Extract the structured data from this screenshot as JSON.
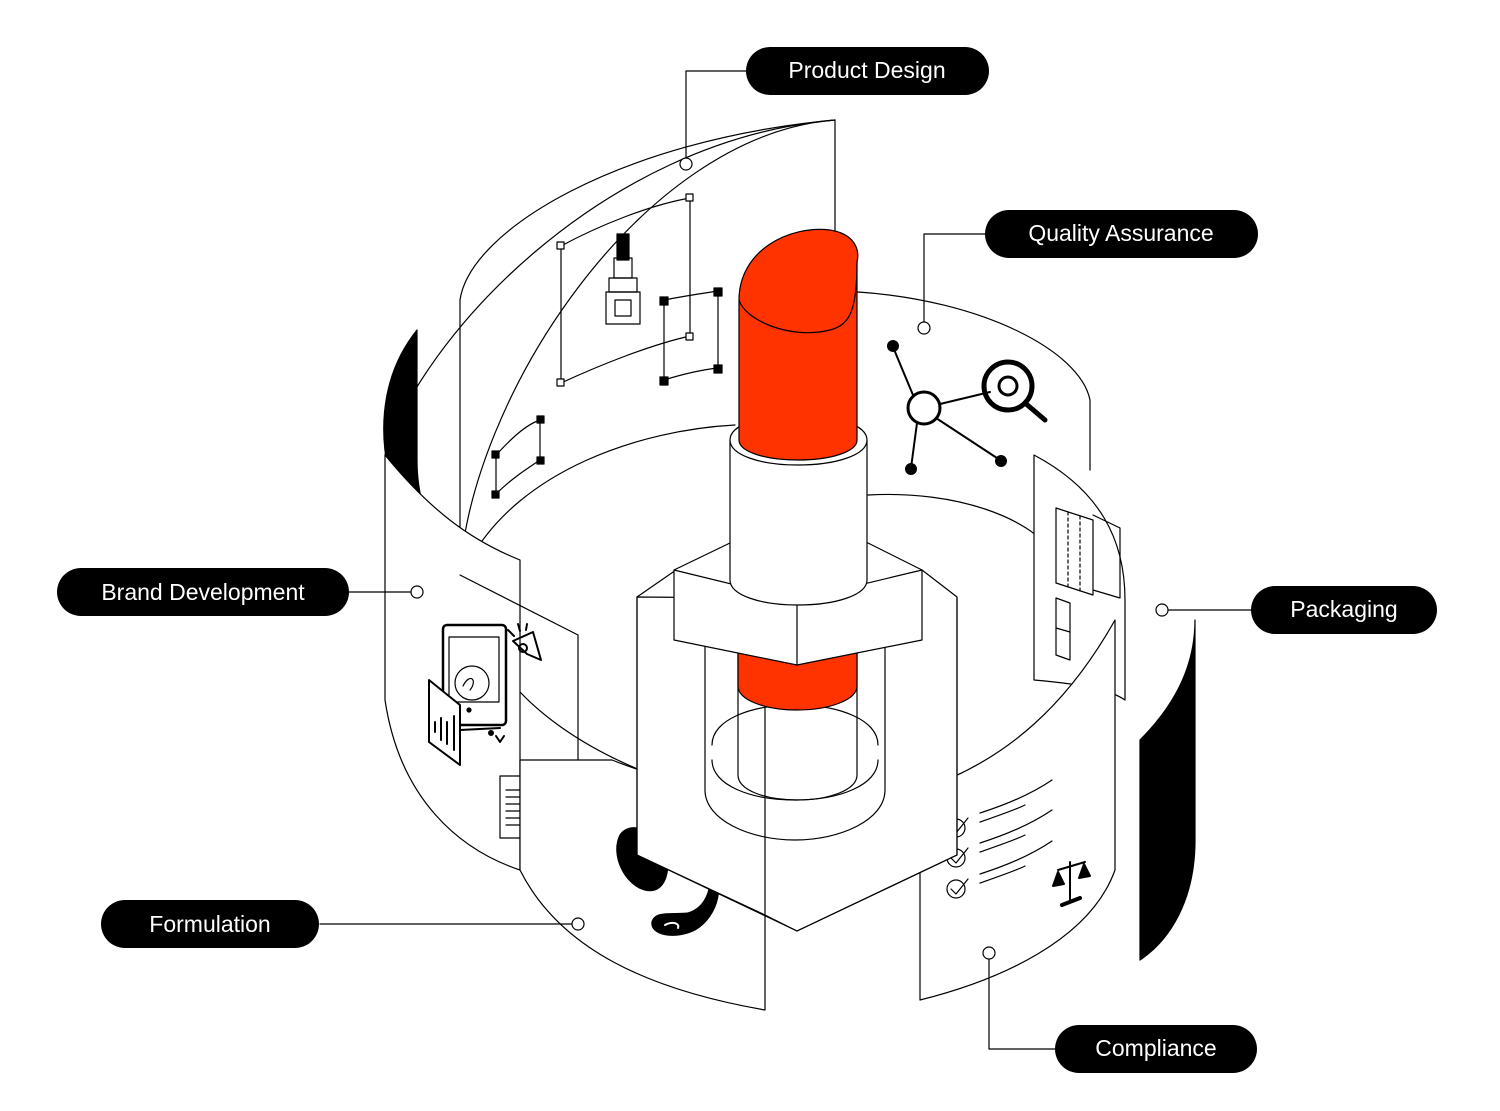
{
  "colors": {
    "accent": "#ff3300",
    "ink": "#000000",
    "paper": "#ffffff"
  },
  "labels": {
    "product_design": "Product Design",
    "quality_assurance": "Quality Assurance",
    "brand_development": "Brand Development",
    "packaging": "Packaging",
    "formulation": "Formulation",
    "compliance": "Compliance"
  },
  "icons": [
    "lipstick-sketch-icon",
    "network-icon",
    "magnifier-icon",
    "megaphone-icon",
    "tablet-icon",
    "bar-chart-icon",
    "document-icon",
    "paint-swatch-icon",
    "checklist-icon",
    "scales-icon",
    "dieline-icon"
  ]
}
